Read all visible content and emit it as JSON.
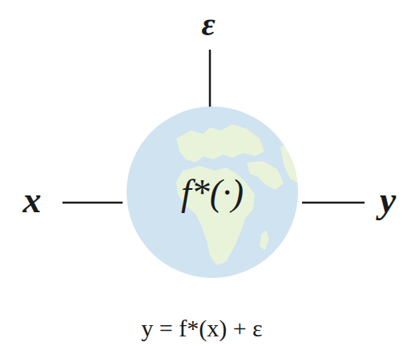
{
  "diagram": {
    "nodes": [
      {
        "text": [
          "f*(·)"
        ]
      }
    ],
    "labels": [
      "ε",
      "x",
      "y",
      "y = f*(x) + ε"
    ]
  }
}
